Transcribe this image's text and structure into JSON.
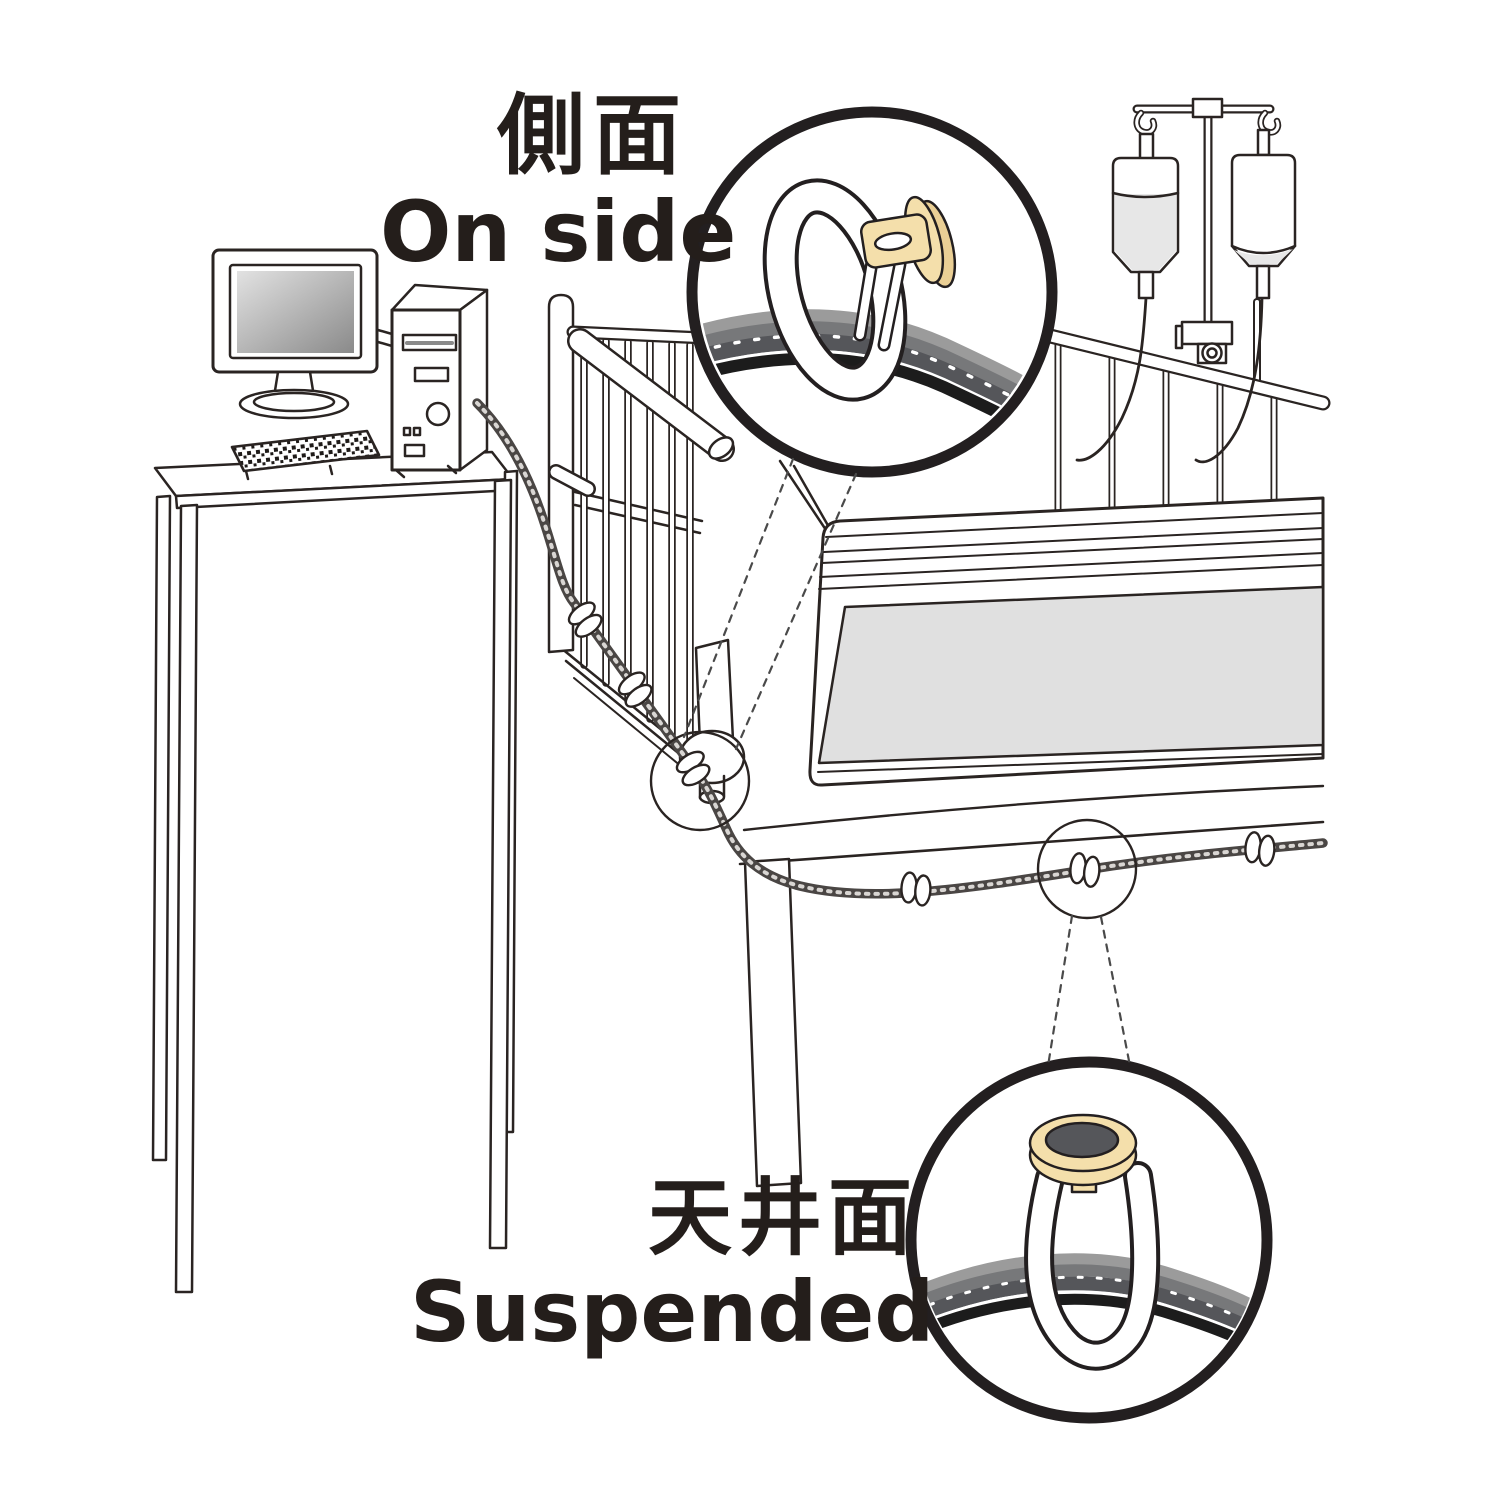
{
  "labels": {
    "side_mount": {
      "jp": "側面",
      "en": "On side"
    },
    "suspended_mount": {
      "jp": "天井面",
      "en": "Suspended"
    }
  },
  "colors": {
    "line": "#2a2422",
    "ring": "#231f20",
    "clip_tan": "#f4dfab",
    "clip_tan_shade": "#eacf95",
    "disc_top_gray": "#55565a",
    "cable_light": "#9b9b9b",
    "cable_mid": "#77787a",
    "cable_dark": "#55565a",
    "cable_black": "#1c1c1c",
    "main_cable": "#4a4644",
    "footboard_panel_gray": "#e0e0e0",
    "iv_fluid_gray": "#e7e7e7",
    "screen_gradient_from": "#e2e2e2",
    "screen_gradient_to": "#8a8a8a",
    "background": "#ffffff"
  },
  "scene": {
    "description": "Instruction diagram of cable clips routing a cable bundle along a hospital bed rail, with magnified callouts for side mounting and suspended (ceiling) mounting",
    "elements": [
      "computer-workstation",
      "hospital-bed",
      "iv-stand",
      "cable-run",
      "side-mount-callout",
      "suspended-mount-callout"
    ]
  }
}
